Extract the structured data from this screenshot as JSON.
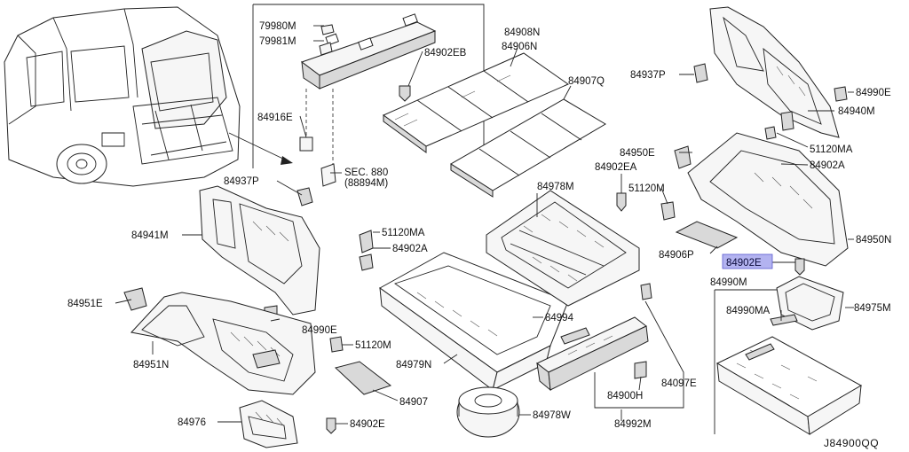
{
  "highlight_color": "#b3b3f0",
  "diagram_code": "J84900QQ",
  "labels": {
    "p79980M": "79980M",
    "p79981M": "79981M",
    "p84908N": "84908N",
    "p84906N": "84906N",
    "p84902EB": "84902EB",
    "p84916E": "84916E",
    "p84907Q": "84907Q",
    "p84937P_top": "84937P",
    "p84990E_right": "84990E",
    "p84940M": "84940M",
    "p51120MA_right": "51120MA",
    "p84902A_right": "84902A",
    "p84950E": "84950E",
    "p84902EA": "84902EA",
    "p51120M_mid": "51120M",
    "p84950N": "84950N",
    "p84906P": "84906P",
    "p84902E_hl": "84902E",
    "p84990M": "84990M",
    "p84975M": "84975M",
    "p84990MA": "84990MA",
    "p84978M": "84978M",
    "p84937P_left": "84937P",
    "p84941M": "84941M",
    "p51120MA_left": "51120MA",
    "p84902A_left": "84902A",
    "p84951E": "84951E",
    "p84990E_left": "84990E",
    "p51120M_left": "51120M",
    "p84951N": "84951N",
    "p84907": "84907",
    "p84976": "84976",
    "p84902E_bottom": "84902E",
    "p84979N": "84979N",
    "p84994": "84994",
    "p84900H": "84900H",
    "p84097E": "84097E",
    "p84992M": "84992M",
    "p84978W": "84978W",
    "sec_ref_line1": "SEC. 880",
    "sec_ref_line2": "(88894M)"
  }
}
